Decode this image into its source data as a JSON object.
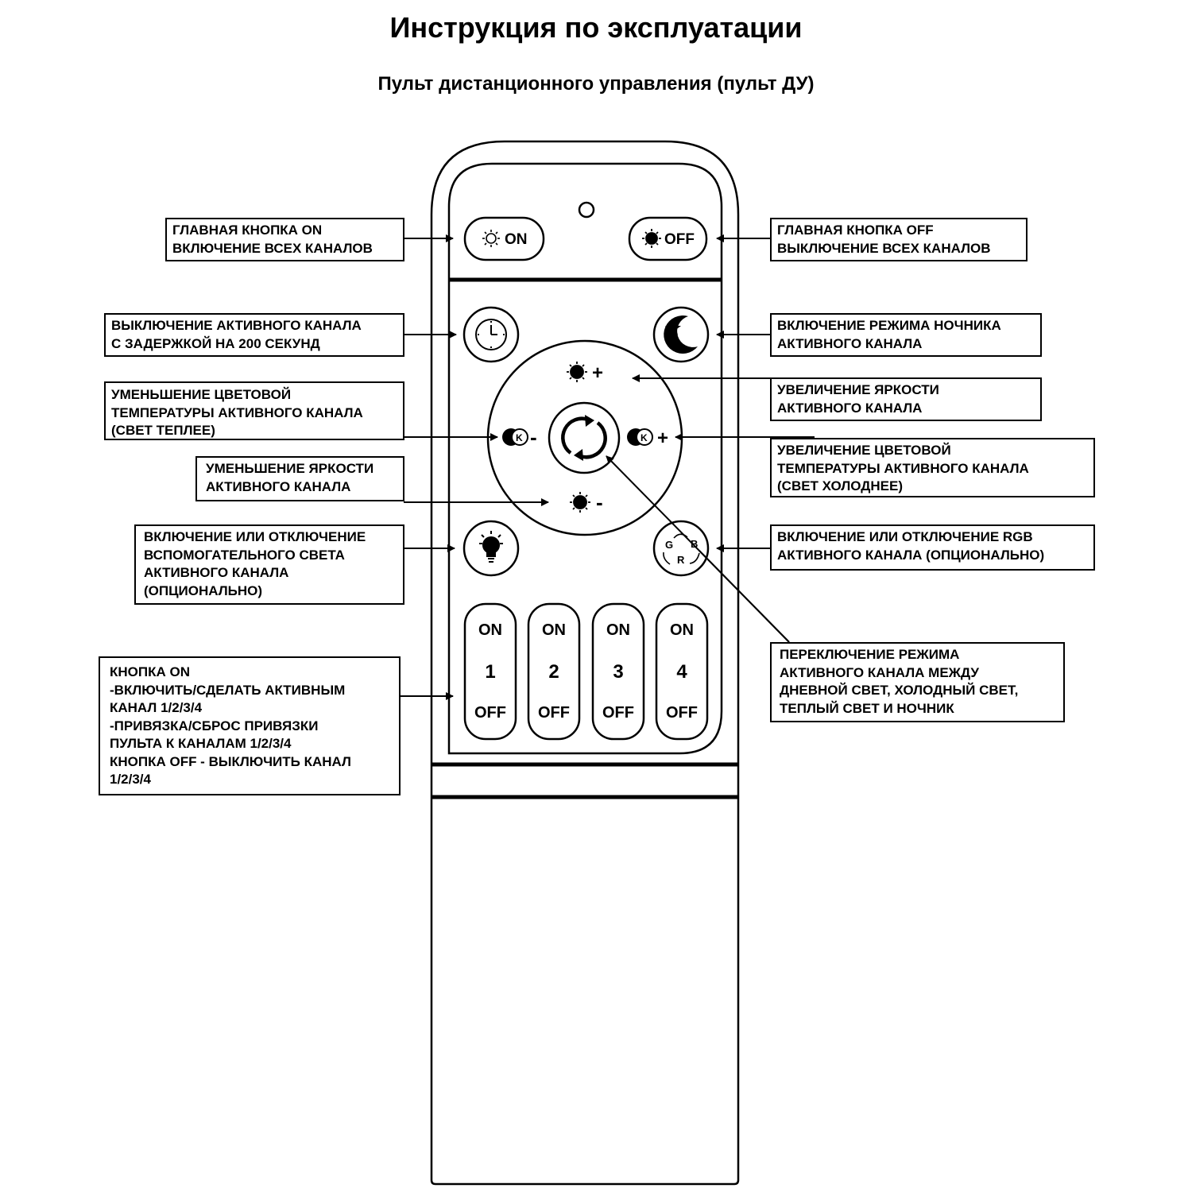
{
  "header": {
    "title": "Инструкция по эксплуатации",
    "subtitle": "Пульт дистанционного управления (пульт ДУ)"
  },
  "remote": {
    "main_on_label": "ON",
    "main_off_label": "OFF",
    "channel_on_label": "ON",
    "channel_off_label": "OFF",
    "channels": [
      "1",
      "2",
      "3",
      "4"
    ],
    "rgb_letters": {
      "g": "G",
      "b": "B",
      "r": "R"
    },
    "k_symbol": "K",
    "plus": "+",
    "minus": "-"
  },
  "callouts": {
    "main_on": [
      "ГЛАВНАЯ КНОПКА ON",
      "ВКЛЮЧЕНИЕ ВСЕХ КАНАЛОВ"
    ],
    "main_off": [
      "ГЛАВНАЯ КНОПКА OFF",
      "ВЫКЛЮЧЕНИЕ ВСЕХ КАНАЛОВ"
    ],
    "delay_off": [
      "ВЫКЛЮЧЕНИЕ АКТИВНОГО КАНАЛА",
      "С ЗАДЕРЖКОЙ НА 200 СЕКУНД"
    ],
    "night_mode": [
      "ВКЛЮЧЕНИЕ РЕЖИМА НОЧНИКА",
      "АКТИВНОГО КАНАЛА"
    ],
    "brightness_up": [
      "УВЕЛИЧЕНИЕ ЯРКОСТИ",
      "АКТИВНОГО КАНАЛА"
    ],
    "temp_down": [
      "УМЕНЬШЕНИЕ ЦВЕТОВОЙ",
      "ТЕМПЕРАТУРЫ АКТИВНОГО КАНАЛА",
      "(СВЕТ ТЕПЛЕЕ)"
    ],
    "temp_up": [
      "УВЕЛИЧЕНИЕ ЦВЕТОВОЙ",
      "ТЕМПЕРАТУРЫ АКТИВНОГО КАНАЛА",
      "(СВЕТ ХОЛОДНЕЕ)"
    ],
    "brightness_down": [
      "УМЕНЬШЕНИЕ ЯРКОСТИ",
      "АКТИВНОГО КАНАЛА"
    ],
    "aux_light": [
      "ВКЛЮЧЕНИЕ ИЛИ ОТКЛЮЧЕНИЕ",
      "ВСПОМОГАТЕЛЬНОГО СВЕТА",
      "АКТИВНОГО КАНАЛА",
      "(ОПЦИОНАЛЬНО)"
    ],
    "rgb": [
      "ВКЛЮЧЕНИЕ ИЛИ ОТКЛЮЧЕНИЕ RGB",
      "АКТИВНОГО КАНАЛА (ОПЦИОНАЛЬНО)"
    ],
    "mode_switch": [
      "ПЕРЕКЛЮЧЕНИЕ РЕЖИМА",
      "АКТИВНОГО КАНАЛА МЕЖДУ",
      "ДНЕВНОЙ СВЕТ, ХОЛОДНЫЙ СВЕТ,",
      "ТЕПЛЫЙ СВЕТ И НОЧНИК"
    ],
    "channel_buttons": [
      "КНОПКА ON",
      "-ВКЛЮЧИТЬ/СДЕЛАТЬ АКТИВНЫМ",
      "КАНАЛ 1/2/3/4",
      "-ПРИВЯЗКА/СБРОС ПРИВЯЗКИ",
      "ПУЛЬТА К КАНАЛАМ 1/2/3/4",
      "КНОПКА OFF - ВЫКЛЮЧИТЬ КАНАЛ",
      "1/2/3/4"
    ]
  }
}
